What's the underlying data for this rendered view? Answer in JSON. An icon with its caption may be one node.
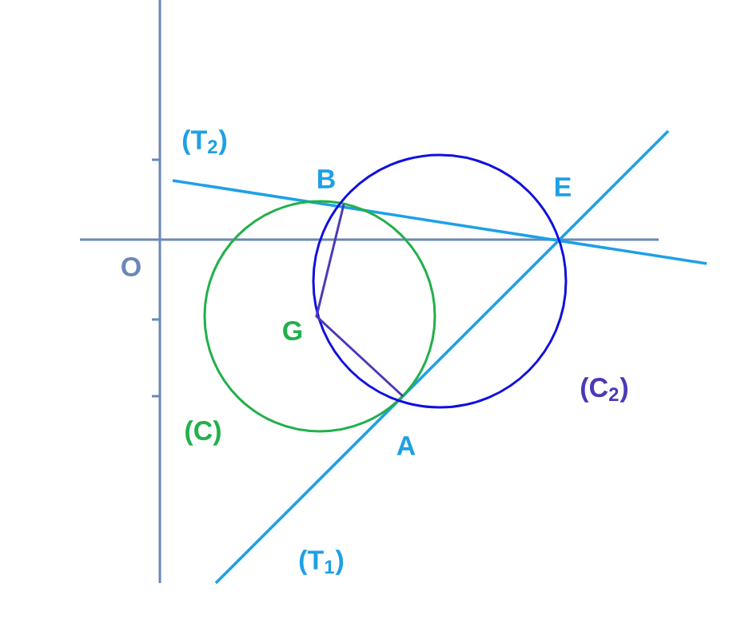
{
  "diagram": {
    "labels": [
      "(T$_{2}$)",
      "B",
      "E",
      "O",
      "G",
      "(C)",
      "(C$_{2}$)",
      "A",
      "(T$_{1}$)"
    ]
  }
}
